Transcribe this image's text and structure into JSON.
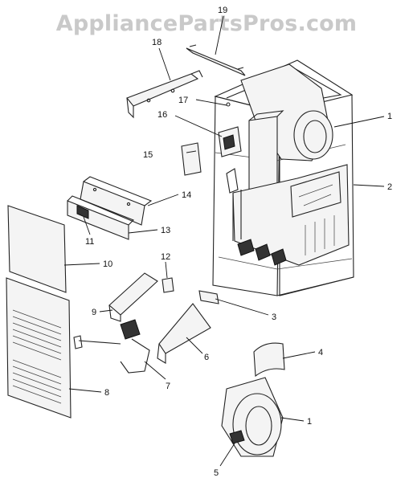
{
  "watermark": "AppliancePartsPros.com",
  "callouts": {
    "c1_top": "1",
    "c1_bottom": "1",
    "c2": "2",
    "c3": "3",
    "c4": "4",
    "c5": "5",
    "c6": "6",
    "c7": "7",
    "c8": "8",
    "c9": "9",
    "c10": "10",
    "c11": "11",
    "c12": "12",
    "c13": "13",
    "c14": "14",
    "c15": "15",
    "c16": "16",
    "c17": "17",
    "c18": "18",
    "c19": "19"
  }
}
